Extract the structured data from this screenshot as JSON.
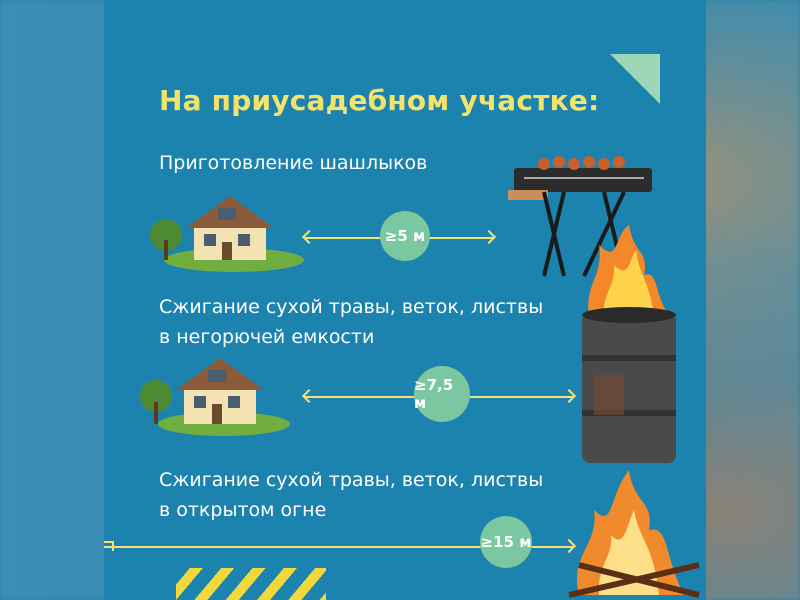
{
  "title": "На приусадебном участке:",
  "items": [
    {
      "label": "Приготовление шашлыков",
      "distance": "≥5 м"
    },
    {
      "label_line1": "Сжигание сухой травы, веток, листвы",
      "label_line2": "в негорючей емкости",
      "distance": "≥7,5 м"
    },
    {
      "label_line1": "Сжигание сухой травы, веток, листвы",
      "label_line2": "в открытом огне",
      "distance": "≥15 м"
    }
  ],
  "icons": [
    "house-icon",
    "grill-icon",
    "barrel-fire-icon",
    "bonfire-icon"
  ],
  "colors": {
    "panel": "#1b83ad",
    "title": "#f4e36b",
    "badge": "#7bc7a0",
    "arrow": "#f2e17a"
  }
}
